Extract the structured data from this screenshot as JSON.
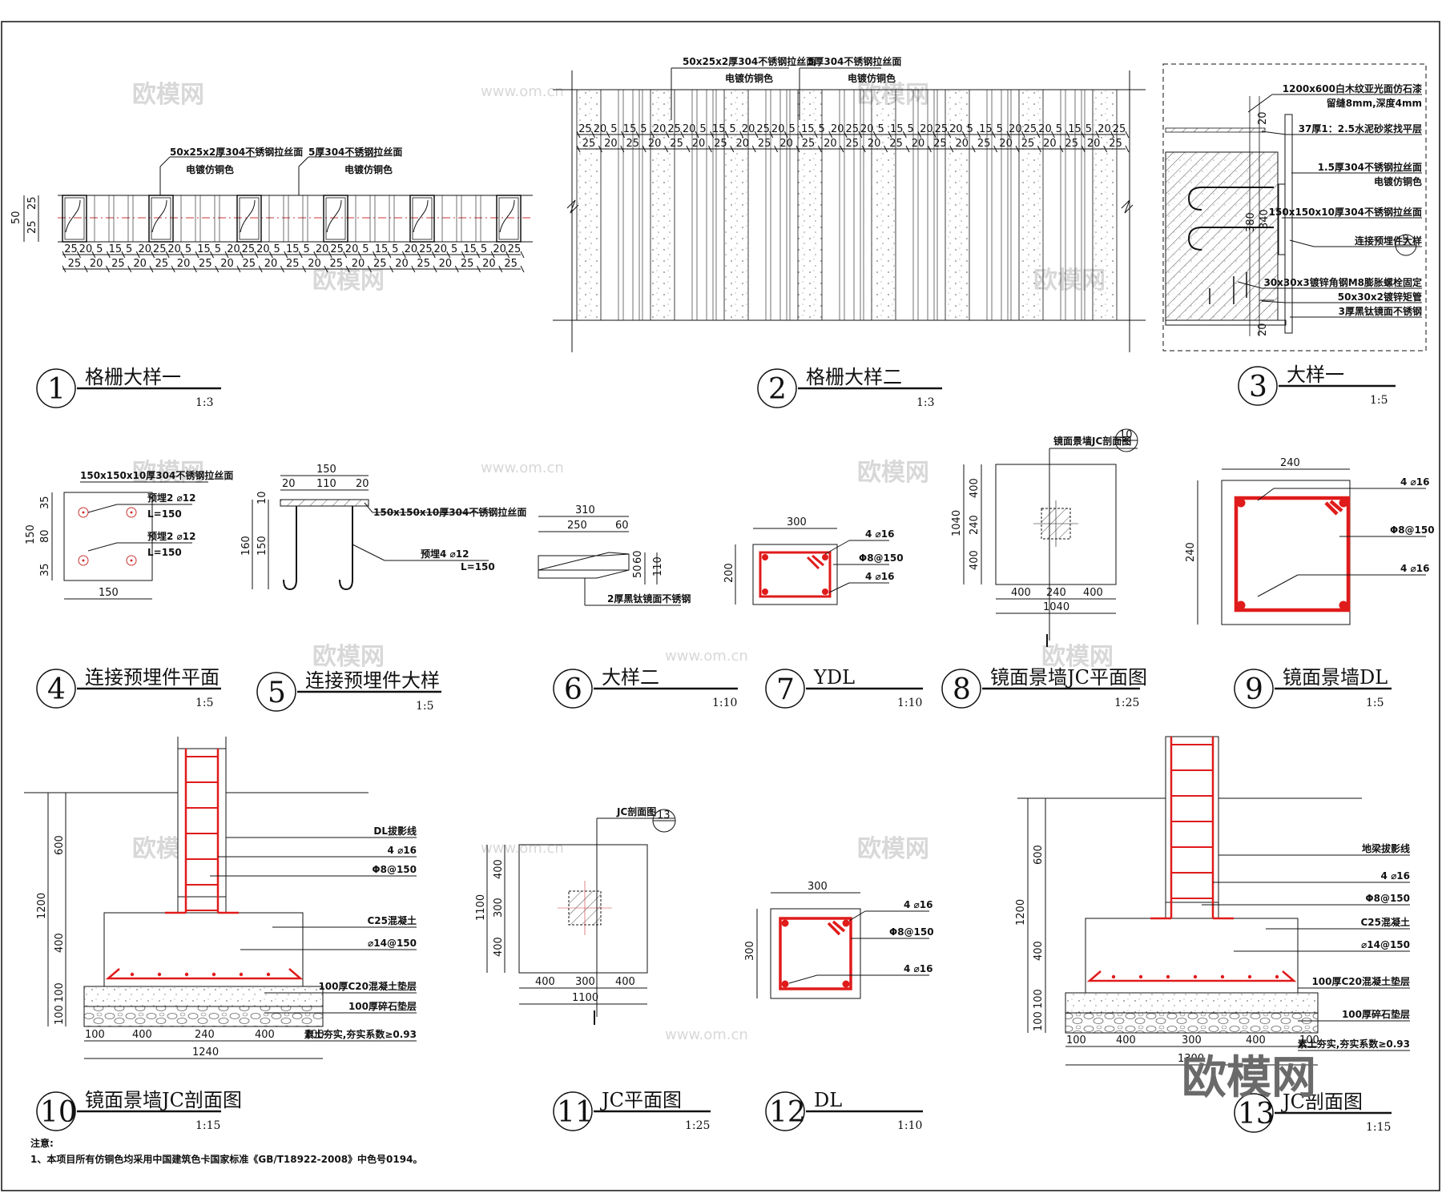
{
  "watermark": {
    "brand": "欧模网",
    "site": "www.om.cn"
  },
  "details": [
    {
      "num": "1",
      "title": "格栅大样一",
      "scale": "1:3"
    },
    {
      "num": "2",
      "title": "格栅大样二",
      "scale": "1:3"
    },
    {
      "num": "3",
      "title": "大样一",
      "scale": "1:5"
    },
    {
      "num": "4",
      "title": "连接预埋件平面",
      "scale": "1:5"
    },
    {
      "num": "5",
      "title": "连接预埋件大样",
      "scale": "1:5"
    },
    {
      "num": "6",
      "title": "大样二",
      "scale": "1:10"
    },
    {
      "num": "7",
      "title": "YDL",
      "scale": "1:10"
    },
    {
      "num": "8",
      "title": "镜面景墙JC平面图",
      "scale": "1:25"
    },
    {
      "num": "9",
      "title": "镜面景墙DL",
      "scale": "1:5"
    },
    {
      "num": "10",
      "title": "镜面景墙JC剖面图",
      "scale": "1:15"
    },
    {
      "num": "11",
      "title": "JC平面图",
      "scale": "1:25"
    },
    {
      "num": "12",
      "title": "DL",
      "scale": "1:10"
    },
    {
      "num": "13",
      "title": "JC剖面图",
      "scale": "1:15"
    }
  ],
  "d1": {
    "ann1": "50x25x2厚304不锈钢拉丝面",
    "ann1b": "电镀仿铜色",
    "ann2": "5厚304不锈钢拉丝面",
    "ann2b": "电镀仿铜色",
    "dim_left": [
      "25",
      "25",
      "50"
    ],
    "dims_row1": [
      "25",
      "20",
      "5",
      "15",
      "5",
      "20",
      "25",
      "20",
      "5",
      "15",
      "5",
      "20",
      "25",
      "20",
      "5",
      "15",
      "5",
      "20",
      "25",
      "20",
      "5",
      "15",
      "5",
      "20",
      "25",
      "20",
      "5",
      "15",
      "5",
      "20",
      "25"
    ],
    "dims_row2": [
      "25",
      "20",
      "25",
      "20",
      "25",
      "20",
      "25",
      "20",
      "25",
      "20",
      "25",
      "20",
      "25",
      "20",
      "25",
      "20",
      "25",
      "20",
      "25",
      "20",
      "25"
    ]
  },
  "d2": {
    "ann1": "50x25x2厚304不锈钢拉丝面",
    "ann1b": "电镀仿铜色",
    "ann2": "5厚304不锈钢拉丝面",
    "ann2b": "电镀仿铜色",
    "dims_row1": [
      "25",
      "20",
      "5",
      "15",
      "5",
      "20",
      "25",
      "20",
      "5",
      "15",
      "5",
      "20",
      "25",
      "20",
      "5",
      "15",
      "5",
      "20",
      "25",
      "20",
      "5",
      "15",
      "5",
      "20",
      "25",
      "20",
      "5",
      "15",
      "5",
      "20",
      "25",
      "20",
      "5",
      "15",
      "5",
      "20",
      "25"
    ],
    "dims_row2": [
      "25",
      "20",
      "25",
      "20",
      "25",
      "20",
      "25",
      "20",
      "25",
      "20",
      "25",
      "20",
      "25",
      "20",
      "25",
      "20",
      "25",
      "20",
      "25",
      "20",
      "25",
      "20",
      "25",
      "20",
      "25"
    ]
  },
  "d3": {
    "ann": [
      "1200x600白木纹亚光面仿石漆",
      "留缝8mm,深度4mm",
      "37厚1：2.5水泥砂浆找平层",
      "1.5厚304不锈钢拉丝面",
      "电镀仿铜色",
      "150x150x10厚304不锈钢拉丝面",
      "连接预埋件大样",
      "30x30x3镀锌角钢M8膨胀螺栓固定",
      "50x30x2镀锌矩管",
      "3厚黑钛镜面不锈钢"
    ],
    "ref": "5",
    "dims": [
      "20",
      "380",
      "340",
      "20"
    ]
  },
  "d4": {
    "ann": [
      "150x150x10厚304不锈钢拉丝面",
      "预埋2 ⌀12",
      "L=150",
      "预埋2 ⌀12",
      "L=150"
    ],
    "dims_v": [
      "35",
      "80",
      "35",
      "150"
    ],
    "dim_h": "150"
  },
  "d5": {
    "ann": [
      "150x150x10厚304不锈钢拉丝面",
      "预埋4 ⌀12",
      "L=150"
    ],
    "dims_h": [
      "150",
      "20",
      "110",
      "20"
    ],
    "dims_v": [
      "10",
      "160",
      "150"
    ]
  },
  "d6": {
    "ann": "2厚黑钛镜面不锈钢",
    "dims": [
      "310",
      "250",
      "60",
      "50",
      "60",
      "110"
    ]
  },
  "d7": {
    "ann": [
      "4 ⌀16",
      "Φ8@150",
      "4 ⌀16"
    ],
    "dims": [
      "300",
      "200"
    ]
  },
  "d8": {
    "ann": "镜面景墙JC剖面图",
    "ref": "10",
    "dims_v": [
      "400",
      "240",
      "400",
      "1040"
    ],
    "dims_h": [
      "400",
      "240",
      "400",
      "1040"
    ],
    "sec": "I"
  },
  "d9": {
    "ann": [
      "4 ⌀16",
      "Φ8@150",
      "4 ⌀16"
    ],
    "dims": [
      "240",
      "240"
    ]
  },
  "d10": {
    "ann": [
      "DL拔影线",
      "4 ⌀16",
      "Φ8@150",
      "C25混凝土",
      "⌀14@150",
      "100厚C20混凝土垫层",
      "100厚碎石垫层",
      "素土夯实,夯实系数≥0.93"
    ],
    "dims_v": [
      "600",
      "400",
      "1200",
      "100",
      "100"
    ],
    "dims_h": [
      "100",
      "400",
      "240",
      "400",
      "100",
      "1240"
    ]
  },
  "d11": {
    "ann": "JC剖面图",
    "ref": "13",
    "dims_v": [
      "400",
      "300",
      "400",
      "1100"
    ],
    "dims_h": [
      "400",
      "300",
      "400",
      "1100"
    ],
    "sec": "I"
  },
  "d12": {
    "ann": [
      "4 ⌀16",
      "Φ8@150",
      "4 ⌀16"
    ],
    "dims": [
      "300",
      "300"
    ]
  },
  "d13": {
    "ann": [
      "地梁拔影线",
      "4 ⌀16",
      "Φ8@150",
      "C25混凝土",
      "⌀14@150",
      "100厚C20混凝土垫层",
      "100厚碎石垫层",
      "素土夯实,夯实系数≥0.93"
    ],
    "dims_v": [
      "600",
      "400",
      "1200",
      "100",
      "100"
    ],
    "dims_h": [
      "100",
      "400",
      "300",
      "400",
      "100",
      "1300"
    ]
  },
  "notes": {
    "title": "注意:",
    "line1": "1、本项目所有仿铜色均采用中国建筑色卡国家标准《GB/T18922-2008》中色号0194。"
  },
  "colors": {
    "rebar": "#e01b1b",
    "line": "#111111",
    "hatch": "#555555"
  }
}
